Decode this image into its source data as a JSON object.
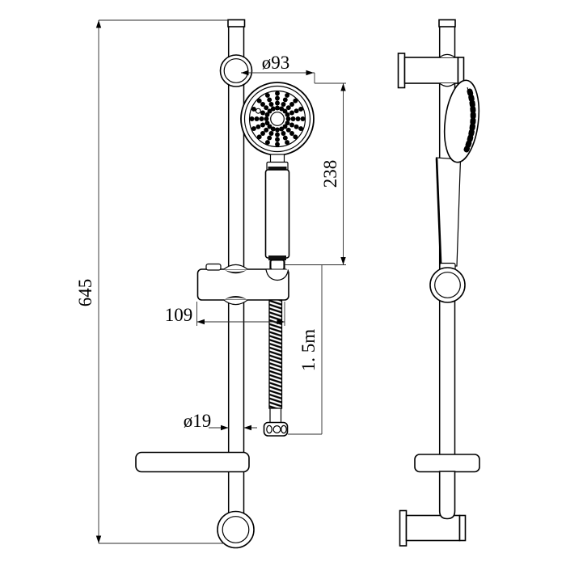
{
  "drawing": {
    "kind": "shower slide bar technical drawing",
    "colors": {
      "line": "#000000",
      "background": "#ffffff"
    },
    "dims": {
      "head_diameter": "ø93",
      "hand_shower_length": "238",
      "overall_height": "645",
      "holder_offset": "109",
      "hose_length": "1. 5m",
      "rail_diameter": "ø19"
    }
  }
}
